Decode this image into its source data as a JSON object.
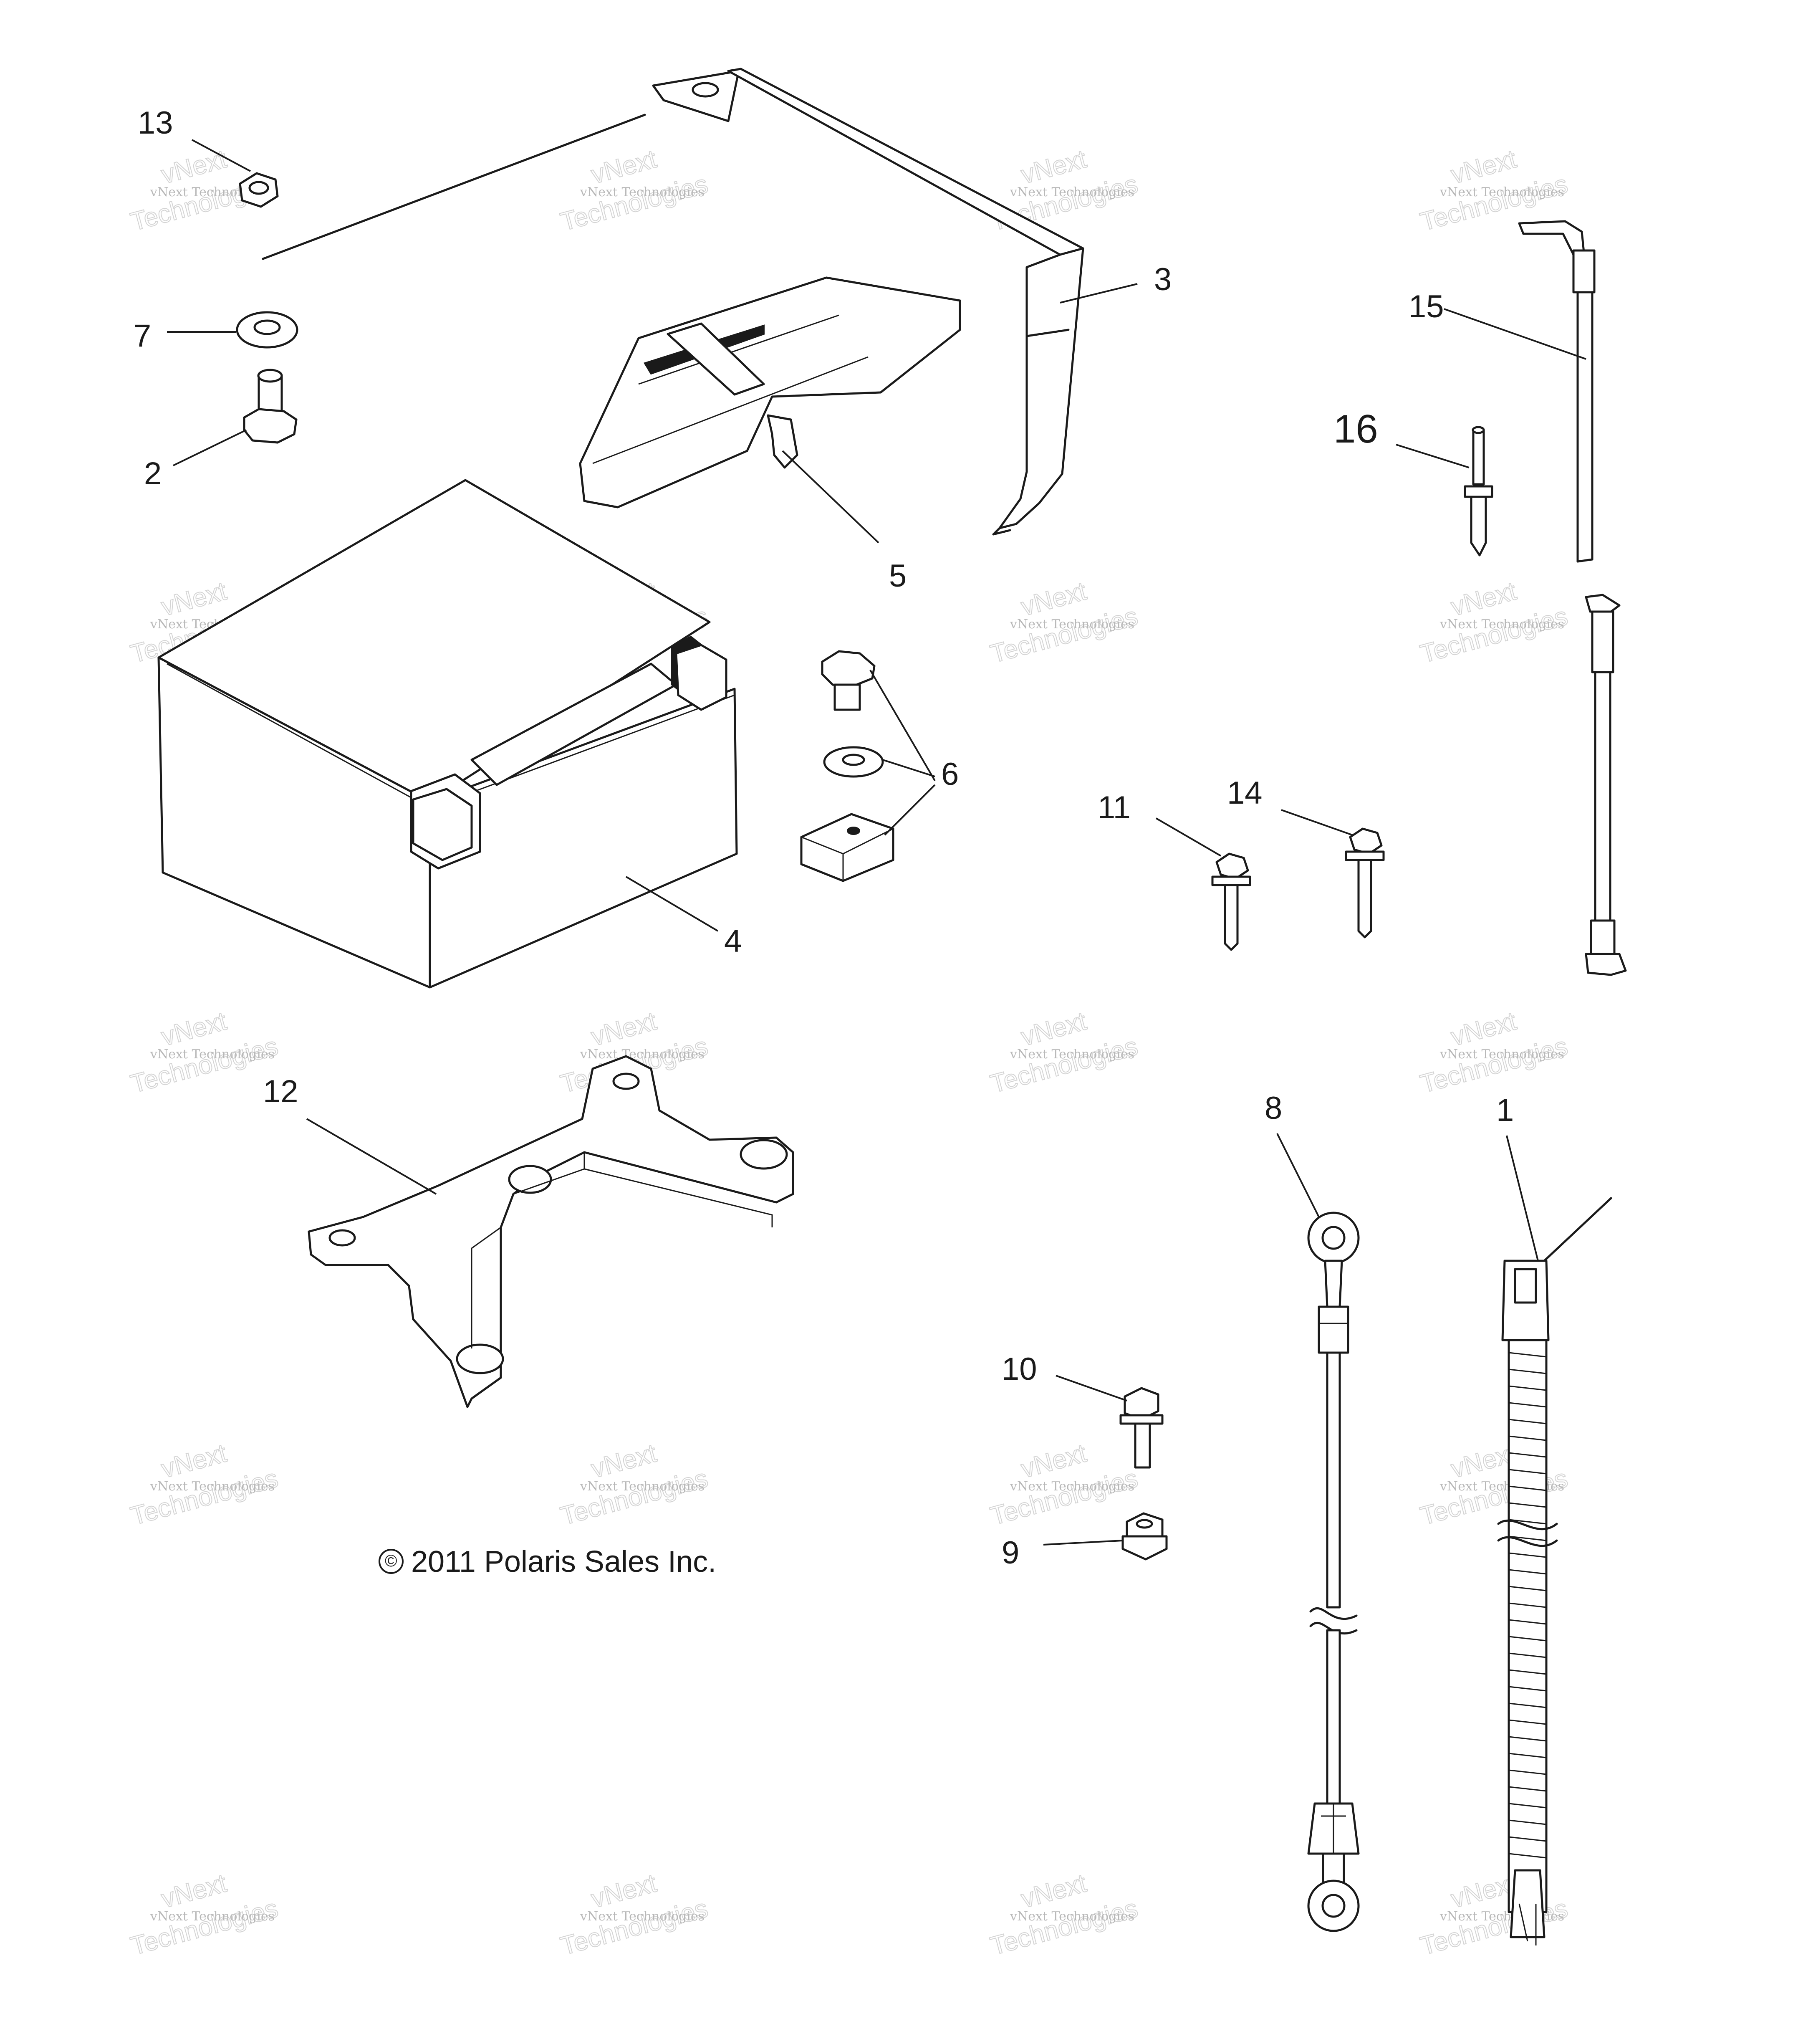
{
  "callouts": {
    "c1": "1",
    "c2": "2",
    "c3": "3",
    "c4": "4",
    "c5": "5",
    "c6": "6",
    "c7": "7",
    "c8": "8",
    "c9": "9",
    "c10": "10",
    "c11": "11",
    "c12": "12",
    "c13": "13",
    "c14": "14",
    "c15": "15",
    "c16": "16"
  },
  "copyright": {
    "symbol": "©",
    "text": "2011 Polaris Sales Inc."
  },
  "watermark": {
    "line_small": "vNext Technologies",
    "line_big_1": "vNext",
    "line_big_2": "Technologies"
  }
}
